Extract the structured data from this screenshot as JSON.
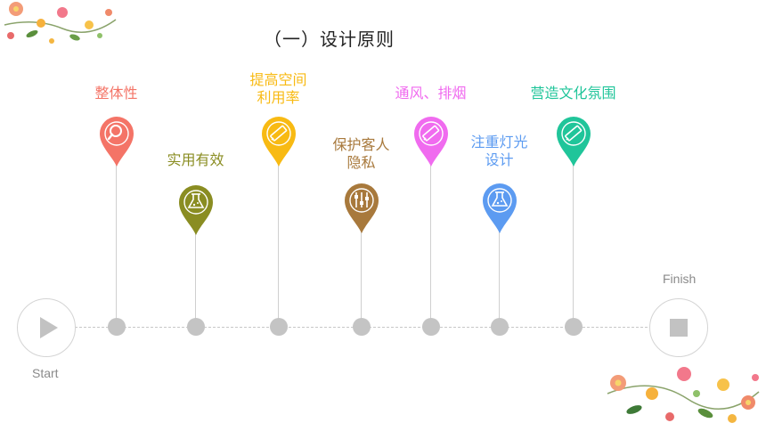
{
  "title": "（一）设计原则",
  "start_label": "Start",
  "finish_label": "Finish",
  "milestones": [
    {
      "label": "整体性",
      "color": "#F47467",
      "icon": "search-icon"
    },
    {
      "label": "实用有效",
      "color": "#8A8D22",
      "icon": "flask-icon"
    },
    {
      "label": "提高空间\n利用率",
      "color": "#F8BA13",
      "icon": "pencil-icon"
    },
    {
      "label": "保护客人\n隐私",
      "color": "#A8793C",
      "icon": "sliders-icon"
    },
    {
      "label": "通风、排烟",
      "color": "#F06BEF",
      "icon": "pencil-icon"
    },
    {
      "label": "注重灯光\n设计",
      "color": "#5C9BF1",
      "icon": "flask-icon"
    },
    {
      "label": "营造文化氛围",
      "color": "#20C59A",
      "icon": "pencil-icon"
    }
  ],
  "colors": {
    "timeline_gray": "#C4C4C4",
    "label_pale_orange": "#F8BA13"
  }
}
